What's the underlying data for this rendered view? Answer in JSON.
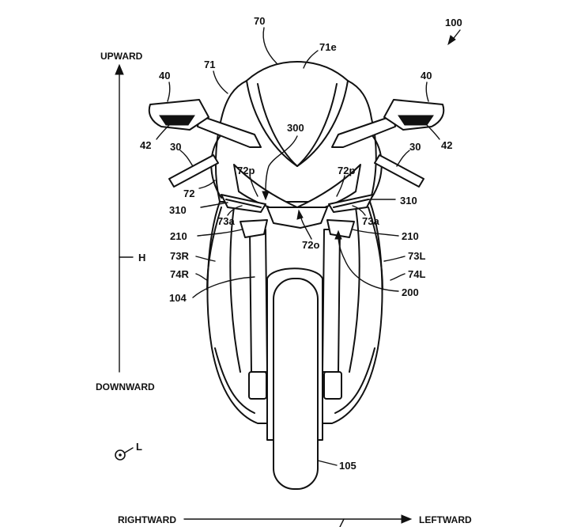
{
  "figure": {
    "reference_number": "100",
    "labels": {
      "motorcycle_front": "70",
      "windshield": "71e",
      "cowl": "71",
      "mirror_left": "40",
      "mirror_right": "40",
      "mirror_light_left": "42",
      "mirror_light_right": "42",
      "handle_left": "30",
      "handle_right": "30",
      "sensor_unit": "300",
      "upper_panel_left": "72p",
      "upper_panel_right": "72p",
      "side_panel": "72",
      "ornament_left": "310",
      "ornament_right": "310",
      "duct_left": "73a",
      "duct_right": "73a",
      "center_opening": "72o",
      "lamp_left": "210",
      "lamp_right": "210",
      "side_cover_right": "73R",
      "side_cover_left": "73L",
      "lower_cover_right": "74R",
      "lower_cover_left": "74L",
      "headlight_assembly": "200",
      "fork": "104",
      "front_wheel": "105"
    },
    "directions": {
      "up": "UPWARD",
      "down": "DOWNWARD",
      "height": "H",
      "right": "RIGHTWARD",
      "left": "LEFTWARD",
      "length_axis": "L"
    }
  }
}
